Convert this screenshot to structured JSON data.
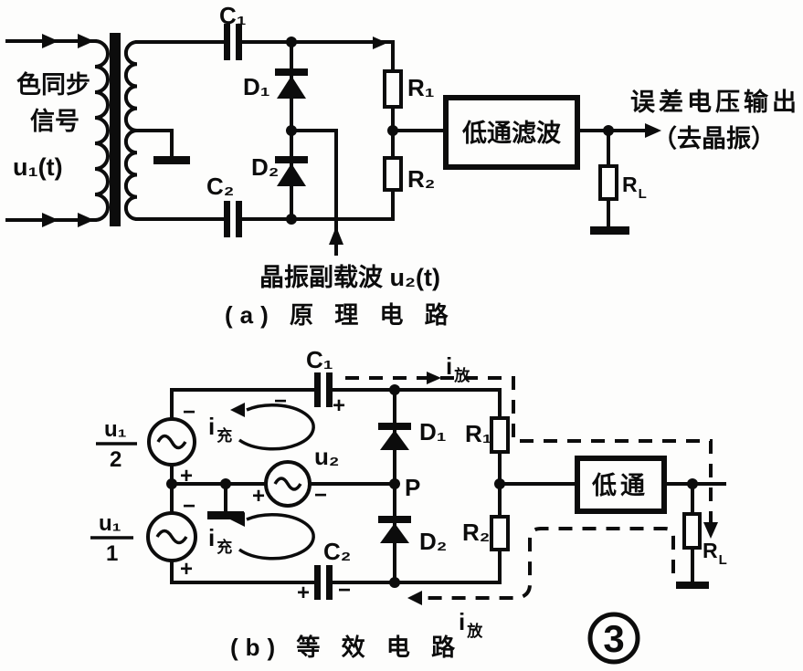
{
  "circuit_a": {
    "caption": "(a) 原 理 电 路",
    "input_label_line1": "色同步",
    "input_label_line2": "信号",
    "input_signal": "u₁(t)",
    "cap1": "C₁",
    "cap2": "C₂",
    "diode1": "D₁",
    "diode2": "D₂",
    "res1": "R₁",
    "res2": "R₂",
    "load_res": {
      "base": "R",
      "sub": "L"
    },
    "lowpass_box": "低通滤波",
    "subcarrier_label": "晶振副载波 u₂(t)",
    "output_line1": "误差电压输出",
    "output_line2": "（去晶振）"
  },
  "circuit_b": {
    "caption": "(b) 等 效 电 路",
    "src_top": {
      "num": "u₁",
      "den": "2"
    },
    "src_bottom": {
      "num": "u₁",
      "den": "1"
    },
    "src_mid": "u₂",
    "cap1": "C₁",
    "cap2": "C₂",
    "diode1": "D₁",
    "diode2": "D₂",
    "res1": "R₁",
    "res2": "R₂",
    "load_res": {
      "base": "R",
      "sub": "L"
    },
    "lowpass_box": "低通",
    "node_p": "P",
    "charge_current": {
      "base": "i",
      "sub": "充"
    },
    "discharge_current": {
      "base": "i",
      "sub": "放"
    },
    "polarity": {
      "plus": "+",
      "minus": "−"
    },
    "figure_number": "3"
  }
}
